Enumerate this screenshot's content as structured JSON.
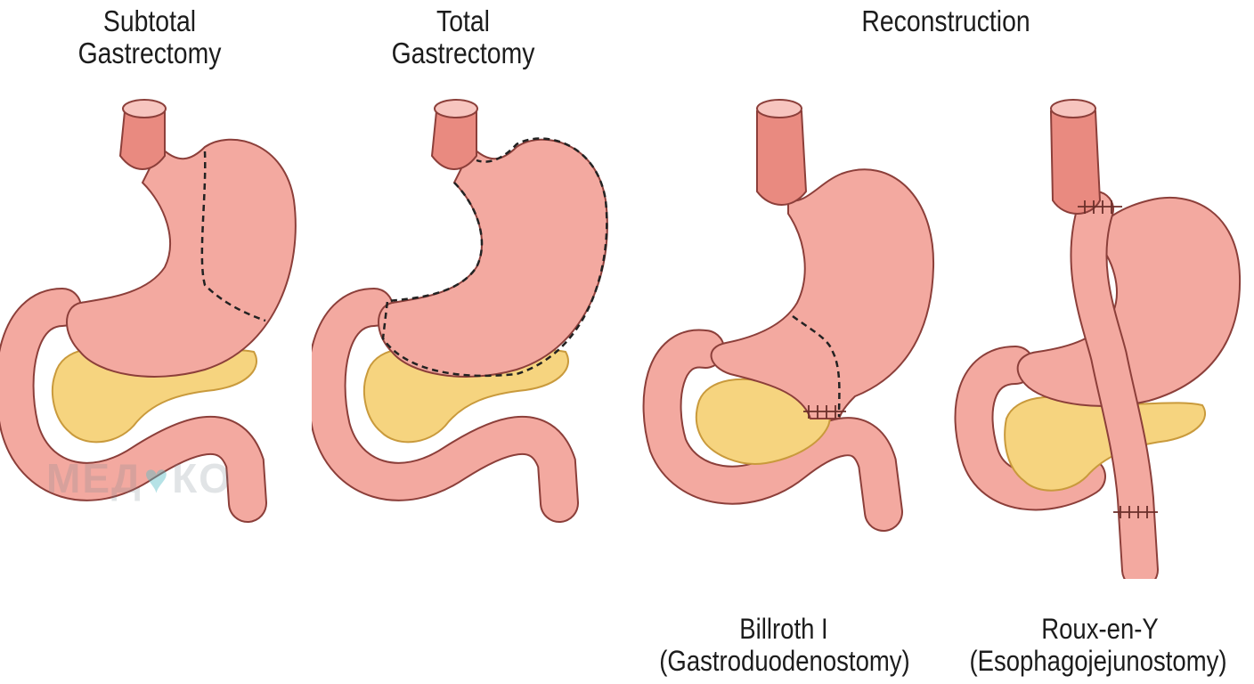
{
  "titles": {
    "subtotal": "Subtotal\nGastrectomy",
    "total": "Total\nGastrectomy",
    "reconstruction": "Reconstruction"
  },
  "captions": {
    "billroth_line1": "Billroth I",
    "billroth_line2": "(Gastroduodenostomy)",
    "roux_line1": "Roux-en-Y",
    "roux_line2": "(Esophagojejunostomy)"
  },
  "watermark": {
    "left": "МЕД",
    "right": "КО"
  },
  "colors": {
    "stomach": "#f3a9a0",
    "stomach_dark": "#d9756c",
    "esophagus": "#e98a80",
    "pancreas": "#f6d47f",
    "pancreas_dark": "#c99a3c",
    "outline": "#8c3f3a"
  }
}
